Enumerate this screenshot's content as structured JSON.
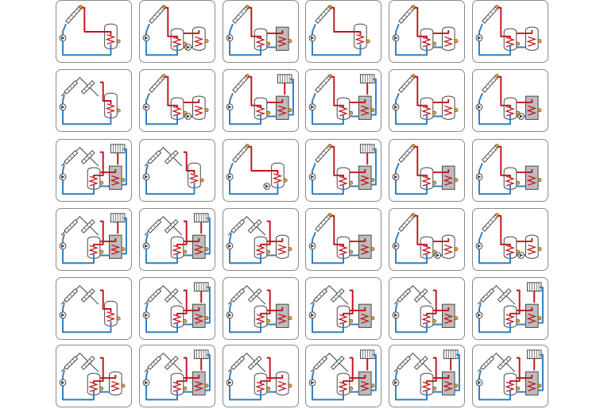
{
  "title": "",
  "colors": {
    "hot": "#c0151b",
    "cold": "#2f7fc1",
    "line": "#444444",
    "tank_fill": "#ffffff",
    "buffer_fill": "#bdbdbd",
    "card_border": "#8a8a8a",
    "sensor": "#e8a21a"
  },
  "schemes": [
    {
      "id": 1,
      "collectors": 1,
      "roof": false,
      "tanks": [
        "tank"
      ],
      "radiator": false,
      "pump": false
    },
    {
      "id": 2,
      "collectors": 1,
      "roof": false,
      "tanks": [
        "tank",
        "tank"
      ],
      "radiator": false,
      "pump": true
    },
    {
      "id": 3,
      "collectors": 1,
      "roof": false,
      "tanks": [
        "tank",
        "buffer"
      ],
      "radiator": false,
      "pump": false
    },
    {
      "id": 4,
      "collectors": 1,
      "roof": false,
      "tanks": [
        "tank"
      ],
      "radiator": false,
      "pump": false
    },
    {
      "id": 5,
      "collectors": 1,
      "roof": false,
      "tanks": [
        "tank",
        "tank"
      ],
      "radiator": false,
      "pump": false
    },
    {
      "id": 6,
      "collectors": 1,
      "roof": false,
      "tanks": [
        "tank",
        "tank"
      ],
      "radiator": false,
      "pump": false
    },
    {
      "id": 7,
      "collectors": 2,
      "roof": true,
      "tanks": [
        "tank"
      ],
      "radiator": false,
      "pump": false
    },
    {
      "id": 8,
      "collectors": 1,
      "roof": false,
      "tanks": [
        "tank",
        "tank"
      ],
      "radiator": false,
      "pump": true
    },
    {
      "id": 9,
      "collectors": 1,
      "roof": false,
      "tanks": [
        "tank",
        "buffer"
      ],
      "radiator": true,
      "pump": false
    },
    {
      "id": 10,
      "collectors": 1,
      "roof": false,
      "tanks": [
        "tank",
        "buffer"
      ],
      "radiator": true,
      "pump": false
    },
    {
      "id": 11,
      "collectors": 1,
      "roof": false,
      "tanks": [
        "tank",
        "tank"
      ],
      "radiator": false,
      "pump": false
    },
    {
      "id": 12,
      "collectors": 1,
      "roof": false,
      "tanks": [
        "tank",
        "buffer"
      ],
      "radiator": false,
      "pump": true
    },
    {
      "id": 13,
      "collectors": 2,
      "roof": true,
      "tanks": [
        "tank",
        "buffer"
      ],
      "radiator": true,
      "pump": false
    },
    {
      "id": 14,
      "collectors": 2,
      "roof": true,
      "tanks": [
        "tank"
      ],
      "radiator": false,
      "pump": false
    },
    {
      "id": 15,
      "collectors": 1,
      "roof": false,
      "tanks": [
        "tank"
      ],
      "radiator": false,
      "pump": true
    },
    {
      "id": 16,
      "collectors": 1,
      "roof": false,
      "tanks": [
        "tank",
        "buffer"
      ],
      "radiator": true,
      "pump": false
    },
    {
      "id": 17,
      "collectors": 1,
      "roof": false,
      "tanks": [
        "tank",
        "buffer"
      ],
      "radiator": false,
      "pump": false
    },
    {
      "id": 18,
      "collectors": 1,
      "roof": false,
      "tanks": [
        "tank",
        "buffer"
      ],
      "radiator": false,
      "pump": false
    },
    {
      "id": 19,
      "collectors": 2,
      "roof": true,
      "tanks": [
        "tank",
        "buffer"
      ],
      "radiator": true,
      "pump": false
    },
    {
      "id": 20,
      "collectors": 2,
      "roof": true,
      "tanks": [
        "tank",
        "buffer"
      ],
      "radiator": true,
      "pump": false
    },
    {
      "id": 21,
      "collectors": 2,
      "roof": true,
      "tanks": [
        "tank",
        "tank"
      ],
      "radiator": false,
      "pump": false
    },
    {
      "id": 22,
      "collectors": 1,
      "roof": false,
      "tanks": [
        "tank",
        "buffer"
      ],
      "radiator": false,
      "pump": false
    },
    {
      "id": 23,
      "collectors": 1,
      "roof": false,
      "tanks": [
        "tank",
        "tank"
      ],
      "radiator": false,
      "pump": true
    },
    {
      "id": 24,
      "collectors": 1,
      "roof": false,
      "tanks": [
        "tank",
        "tank"
      ],
      "radiator": false,
      "pump": true
    },
    {
      "id": 25,
      "collectors": 2,
      "roof": true,
      "tanks": [
        "tank"
      ],
      "radiator": false,
      "pump": false
    },
    {
      "id": 26,
      "collectors": 2,
      "roof": true,
      "tanks": [
        "tank",
        "buffer"
      ],
      "radiator": true,
      "pump": false
    },
    {
      "id": 27,
      "collectors": 2,
      "roof": true,
      "tanks": [
        "tank",
        "buffer"
      ],
      "radiator": false,
      "pump": false
    },
    {
      "id": 28,
      "collectors": 2,
      "roof": true,
      "tanks": [
        "tank",
        "buffer"
      ],
      "radiator": false,
      "pump": false
    },
    {
      "id": 29,
      "collectors": 2,
      "roof": true,
      "tanks": [
        "tank",
        "buffer"
      ],
      "radiator": false,
      "pump": false
    },
    {
      "id": 30,
      "collectors": 2,
      "roof": true,
      "tanks": [
        "tank",
        "buffer"
      ],
      "radiator": true,
      "pump": false
    },
    {
      "id": 31,
      "collectors": 2,
      "roof": true,
      "tanks": [
        "tank",
        "tank"
      ],
      "radiator": false,
      "pump": false
    },
    {
      "id": 32,
      "collectors": 2,
      "roof": true,
      "tanks": [
        "tank",
        "buffer"
      ],
      "radiator": true,
      "pump": false
    },
    {
      "id": 33,
      "collectors": 2,
      "roof": true,
      "tanks": [
        "tank",
        "tank"
      ],
      "radiator": false,
      "pump": false
    },
    {
      "id": 34,
      "collectors": 2,
      "roof": true,
      "tanks": [
        "tank",
        "buffer"
      ],
      "radiator": true,
      "pump": false
    },
    {
      "id": 35,
      "collectors": 2,
      "roof": true,
      "tanks": [
        "tank",
        "buffer"
      ],
      "radiator": true,
      "pump": false
    },
    {
      "id": 36,
      "collectors": 2,
      "roof": true,
      "tanks": [
        "tank",
        "buffer"
      ],
      "radiator": true,
      "pump": false
    }
  ]
}
